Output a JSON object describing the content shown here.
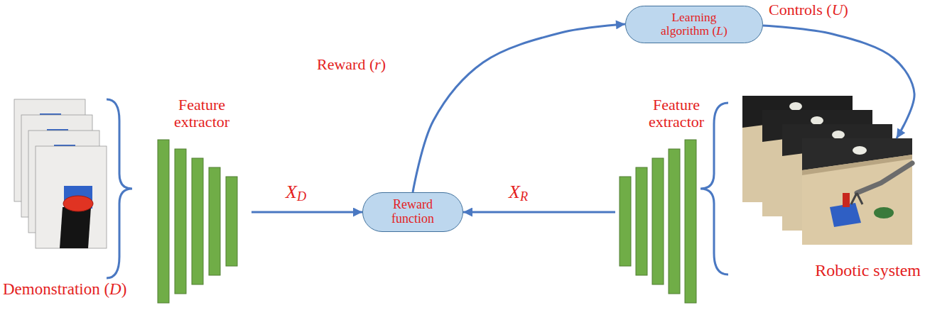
{
  "diagram": {
    "nodes": [
      {
        "text": [
          "Demonstration (D)"
        ]
      },
      {
        "text": [
          "Feature extractor"
        ]
      },
      {
        "text": [
          "Reward function"
        ]
      },
      {
        "text": [
          "Learning algorithm (L)"
        ]
      },
      {
        "text": [
          "Feature extractor"
        ]
      },
      {
        "text": [
          "Robotic system"
        ]
      }
    ],
    "edges": [
      {
        "from": 1,
        "to": 2,
        "label": "XD",
        "arrow": "to"
      },
      {
        "from": 4,
        "to": 2,
        "label": "XR",
        "arrow": "to"
      },
      {
        "from": 2,
        "to": 3,
        "label": "Reward (r)",
        "arrow": "to"
      },
      {
        "from": 3,
        "to": 5,
        "label": "Controls (U)",
        "arrow": "to"
      }
    ]
  }
}
